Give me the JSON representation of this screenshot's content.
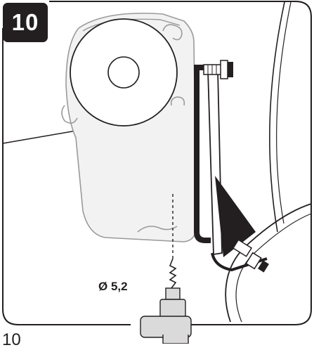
{
  "step": {
    "number": "10"
  },
  "drill": {
    "label": "Ø 5,2"
  },
  "page": {
    "number": "10"
  },
  "colors": {
    "ink": "#231f20",
    "housing_fill": "#f2f2f2",
    "outline_gray": "#9a9a9a",
    "paper": "#ffffff"
  },
  "icons": {
    "drill": "drill-icon",
    "screw": "screw-icon",
    "bolt": "bolt-nut-icon"
  }
}
